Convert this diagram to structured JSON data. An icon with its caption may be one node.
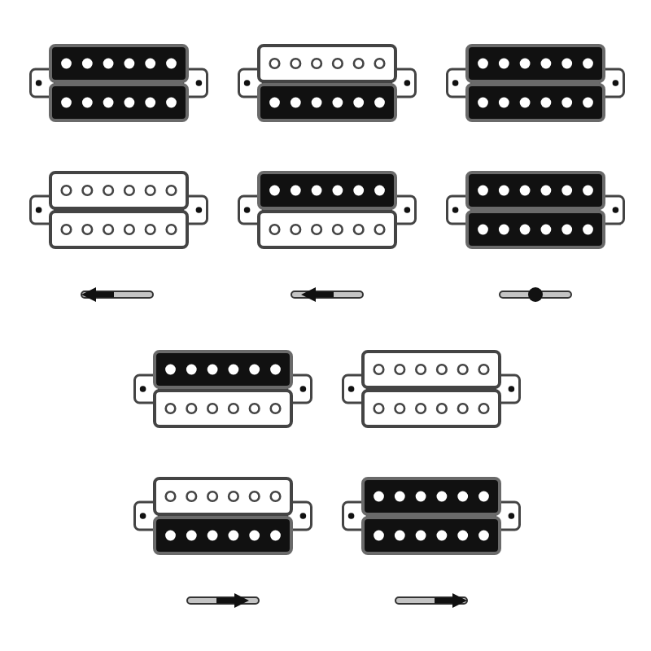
{
  "diagram": {
    "nodes": [
      {
        "text": [],
        "shape": "pickup"
      },
      {
        "text": [],
        "shape": "pickup"
      },
      {
        "text": [],
        "shape": "pickup"
      },
      {
        "text": [],
        "shape": "pickup"
      },
      {
        "text": [],
        "shape": "pickup"
      },
      {
        "text": [],
        "shape": "pickup"
      },
      {
        "text": [],
        "shape": "switch"
      },
      {
        "text": [],
        "shape": "switch"
      },
      {
        "text": [],
        "shape": "switch"
      },
      {
        "text": [],
        "shape": "pickup"
      },
      {
        "text": [],
        "shape": "pickup"
      },
      {
        "text": [],
        "shape": "pickup"
      },
      {
        "text": [],
        "shape": "pickup"
      },
      {
        "text": [],
        "shape": "switch"
      },
      {
        "text": [],
        "shape": "switch"
      }
    ]
  }
}
